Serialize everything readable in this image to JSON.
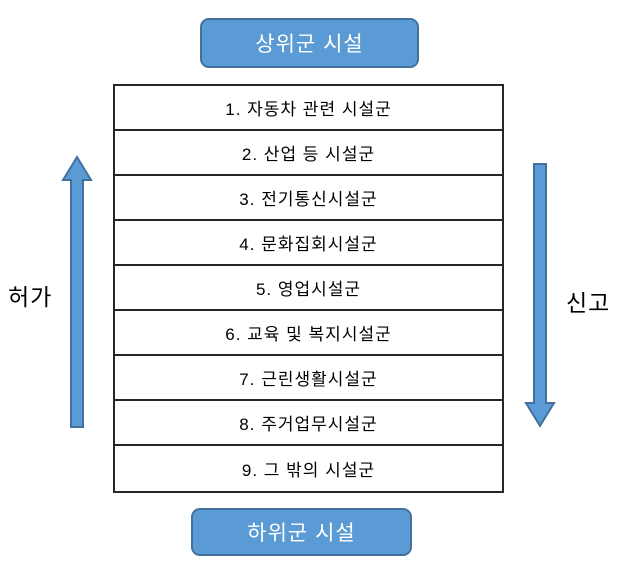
{
  "diagram": {
    "top_box": {
      "label": "상위군 시설"
    },
    "bottom_box": {
      "label": "하위군 시설"
    },
    "left_arrow": {
      "label": "허가",
      "direction": "up"
    },
    "right_arrow": {
      "label": "신고",
      "direction": "down"
    },
    "table_rows": [
      "1. 자동차 관련 시설군",
      "2. 산업 등 시설군",
      "3. 전기통신시설군",
      "4. 문화집회시설군",
      "5. 영업시설군",
      "6. 교육 및 복지시설군",
      "7. 근린생활시설군",
      "8. 주거업무시설군",
      "9. 그 밖의 시설군"
    ],
    "colors": {
      "box_fill": "#5B9BD5",
      "box_border": "#41719C",
      "table_border": "#262626",
      "table_text": "#000000",
      "box_text": "#FFFFFF",
      "background": "#FFFFFF"
    }
  }
}
